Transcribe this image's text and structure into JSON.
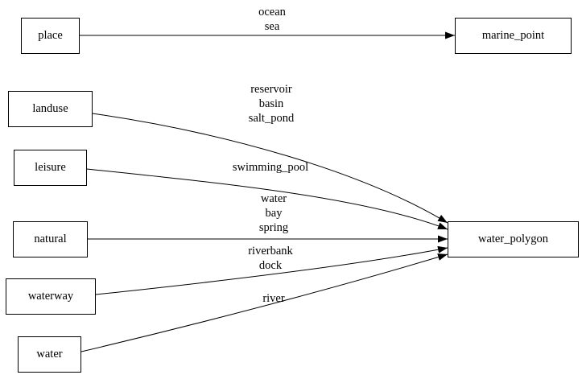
{
  "diagram": {
    "type": "directed-graph",
    "colors": {
      "background": "#ffffff",
      "node_border": "#000000",
      "edge_stroke": "#000000",
      "text": "#000000"
    },
    "nodes": [
      {
        "id": "place",
        "label": "place"
      },
      {
        "id": "marine_point",
        "label": "marine_point"
      },
      {
        "id": "landuse",
        "label": "landuse"
      },
      {
        "id": "leisure",
        "label": "leisure"
      },
      {
        "id": "natural",
        "label": "natural"
      },
      {
        "id": "waterway",
        "label": "waterway"
      },
      {
        "id": "water",
        "label": "water"
      },
      {
        "id": "water_polygon",
        "label": "water_polygon"
      }
    ],
    "edges": [
      {
        "from": "place",
        "to": "marine_point",
        "labels": [
          "ocean",
          "sea"
        ]
      },
      {
        "from": "landuse",
        "to": "water_polygon",
        "labels": [
          "reservoir",
          "basin",
          "salt_pond"
        ]
      },
      {
        "from": "leisure",
        "to": "water_polygon",
        "labels": [
          "swimming_pool"
        ]
      },
      {
        "from": "natural",
        "to": "water_polygon",
        "labels": [
          "water",
          "bay",
          "spring"
        ]
      },
      {
        "from": "waterway",
        "to": "water_polygon",
        "labels": [
          "riverbank",
          "dock"
        ]
      },
      {
        "from": "water",
        "to": "water_polygon",
        "labels": [
          "river"
        ]
      }
    ]
  }
}
